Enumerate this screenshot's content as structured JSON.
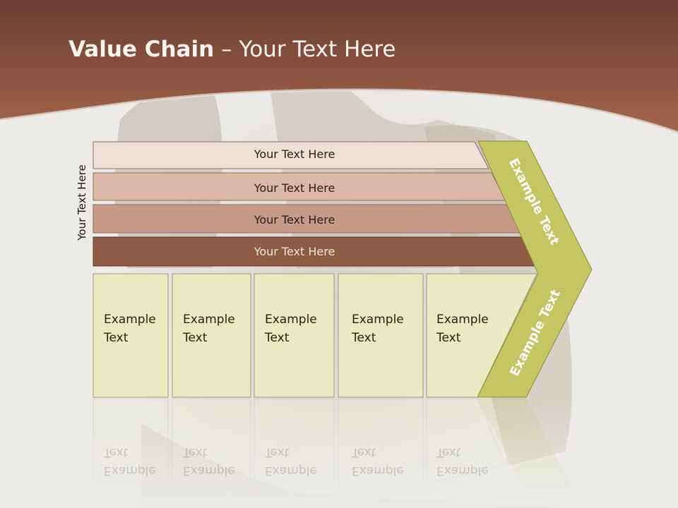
{
  "slide": {
    "title_bold": "Value Chain",
    "title_rest": " – Your Text Here",
    "side_label": "Your Text Here"
  },
  "bars": [
    {
      "label": "Your Text Here"
    },
    {
      "label": "Your Text Here"
    },
    {
      "label": "Your Text Here"
    },
    {
      "label": "Your Text Here"
    }
  ],
  "boxes": [
    {
      "label": "Example\nText"
    },
    {
      "label": "Example\nText"
    },
    {
      "label": "Example\nText"
    },
    {
      "label": "Example\nText"
    },
    {
      "label": "Example\nText"
    }
  ],
  "chevron": {
    "upper_label": "Example Text",
    "lower_label": "Example Text"
  },
  "colors": {
    "header": "#8a5040",
    "bar1": "#ede0d9",
    "bar2": "#dcb8a8",
    "bar3": "#c69a86",
    "bar4": "#8e5b45",
    "box_fill": "#e9e9c2",
    "chevron": "#c3c662"
  }
}
